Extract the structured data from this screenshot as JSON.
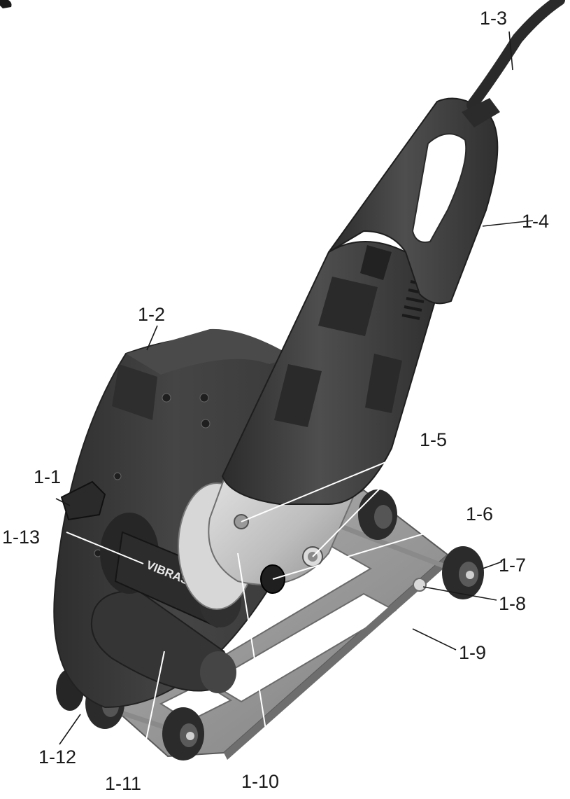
{
  "diagram": {
    "brand_text": "VIBRASTOP",
    "callouts": [
      {
        "id": "1-1",
        "label": "1-1"
      },
      {
        "id": "1-2",
        "label": "1-2"
      },
      {
        "id": "1-3",
        "label": "1-3"
      },
      {
        "id": "1-4",
        "label": "1-4"
      },
      {
        "id": "1-5",
        "label": "1-5"
      },
      {
        "id": "1-6",
        "label": "1-6"
      },
      {
        "id": "1-7",
        "label": "1-7"
      },
      {
        "id": "1-8",
        "label": "1-8"
      },
      {
        "id": "1-9",
        "label": "1-9"
      },
      {
        "id": "1-10",
        "label": "1-10"
      },
      {
        "id": "1-11",
        "label": "1-11"
      },
      {
        "id": "1-12",
        "label": "1-12"
      },
      {
        "id": "1-13",
        "label": "1-13"
      }
    ]
  },
  "colors": {
    "body_dark": "#3a3a3a",
    "body_mid": "#4d4d4d",
    "metal": "#c9c9c9",
    "plate": "#9a9a9a",
    "label_text": "#1a1a1a"
  }
}
